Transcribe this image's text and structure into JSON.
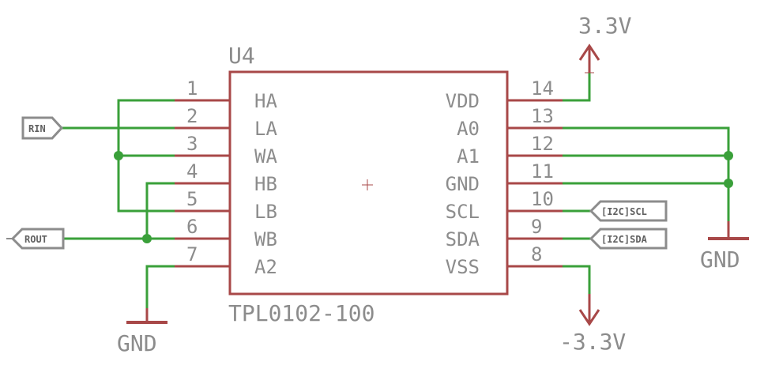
{
  "component": {
    "ref": "U4",
    "part": "TPL0102-100",
    "left_pins": [
      {
        "num": "1",
        "name": "HA"
      },
      {
        "num": "2",
        "name": "LA"
      },
      {
        "num": "3",
        "name": "WA"
      },
      {
        "num": "4",
        "name": "HB"
      },
      {
        "num": "5",
        "name": "LB"
      },
      {
        "num": "6",
        "name": "WB"
      },
      {
        "num": "7",
        "name": "A2"
      }
    ],
    "right_pins": [
      {
        "num": "14",
        "name": "VDD"
      },
      {
        "num": "13",
        "name": "A0"
      },
      {
        "num": "12",
        "name": "A1"
      },
      {
        "num": "11",
        "name": "GND"
      },
      {
        "num": "10",
        "name": "SCL"
      },
      {
        "num": "9",
        "name": "SDA"
      },
      {
        "num": "8",
        "name": "VSS"
      }
    ]
  },
  "net_labels": {
    "rin": "RIN",
    "rout": "ROUT",
    "scl": "[I2C]SCL",
    "sda": "[I2C]SDA"
  },
  "power": {
    "vdd": "3.3V",
    "vss": "-3.3V",
    "gnd_right": "GND",
    "gnd_left": "GND"
  },
  "colors": {
    "wire": "#3aa03a",
    "symbol": "#a84848",
    "text": "#8c8c8c"
  }
}
